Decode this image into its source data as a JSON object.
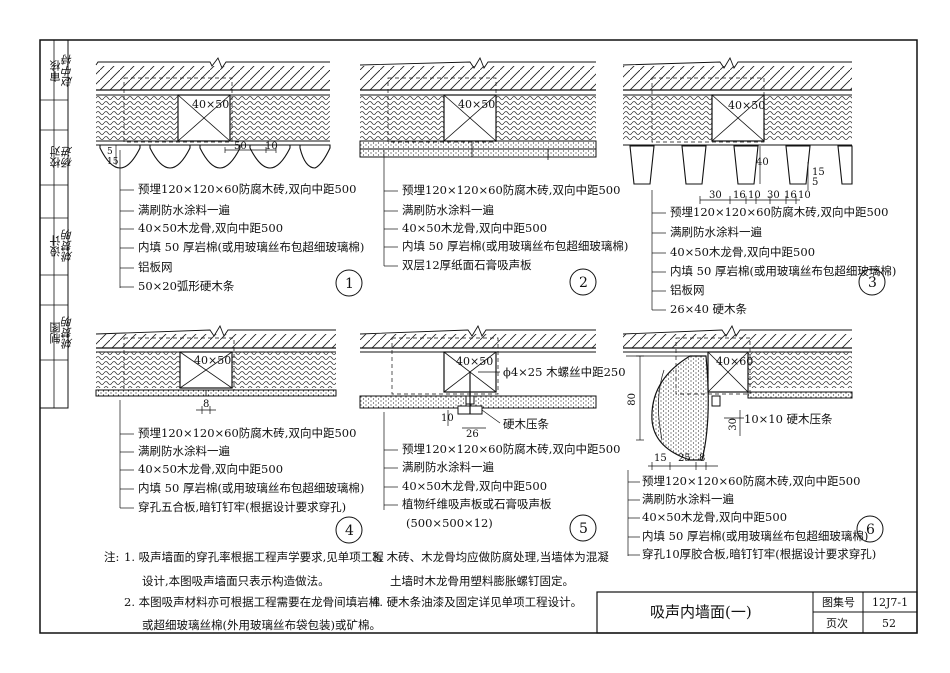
{
  "side_block": {
    "reviewer_role": "审核",
    "reviewer_name": "赵中特",
    "checker_role": "校对",
    "checker_name": "杨进",
    "designer_role": "设计",
    "designer_name": "姚赞明",
    "drafter_role": "制图",
    "drafter_name": "姚赞明"
  },
  "details": [
    {
      "number": "1",
      "stud_label": "40×50",
      "dims": [
        "50",
        "10",
        "5",
        "15"
      ],
      "layers": [
        "预埋120×120×60防腐木砖,双向中距500",
        "满刷防水涂料一遍",
        "40×50木龙骨,双向中距500",
        "内填 50 厚岩棉(或用玻璃丝布包超细玻璃棉)",
        "铝板网",
        "50×20弧形硬木条"
      ]
    },
    {
      "number": "2",
      "stud_label": "40×50",
      "layers": [
        "预埋120×120×60防腐木砖,双向中距500",
        "满刷防水涂料一遍",
        "40×50木龙骨,双向中距500",
        "内填 50 厚岩棉(或用玻璃丝布包超细玻璃棉)",
        "双层12厚纸面石膏吸声板"
      ]
    },
    {
      "number": "3",
      "stud_label": "40×50",
      "dims": [
        "30",
        "16",
        "10",
        "30",
        "16",
        "10",
        "40",
        "15",
        "5"
      ],
      "layers": [
        "预埋120×120×60防腐木砖,双向中距500",
        "满刷防水涂料一遍",
        "40×50木龙骨,双向中距500",
        "内填 50 厚岩棉(或用玻璃丝布包超细玻璃棉)",
        "铝板网",
        "26×40 硬木条"
      ]
    },
    {
      "number": "4",
      "stud_label": "40×50",
      "dims": [
        "8"
      ],
      "layers": [
        "预埋120×120×60防腐木砖,双向中距500",
        "满刷防水涂料一遍",
        "40×50木龙骨,双向中距500",
        "内填 50 厚岩棉(或用玻璃丝布包超细玻璃棉)",
        "穿孔五合板,暗钉钉牢(根据设计要求穿孔)"
      ]
    },
    {
      "number": "5",
      "stud_label": "40×50",
      "screw_note": "ϕ4×25 木螺丝中距250",
      "strip_note": "硬木压条",
      "dims": [
        "10",
        "26"
      ],
      "layers": [
        "预埋120×120×60防腐木砖,双向中距500",
        "满刷防水涂料一遍",
        "40×50木龙骨,双向中距500",
        "植物纤维吸声板或石膏吸声板",
        "(500×500×12)"
      ]
    },
    {
      "number": "6",
      "stud_label": "40×60",
      "strip_note": "10×10 硬木压条",
      "dims": [
        "80",
        "30",
        "15",
        "25",
        "8"
      ],
      "layers": [
        "预埋120×120×60防腐木砖,双向中距500",
        "满刷防水涂料一遍",
        "40×50木龙骨,双向中距500",
        "内填 50 厚岩棉(或用玻璃丝布包超细玻璃棉)",
        "穿孔10厚胶合板,暗钉钉牢(根据设计要求穿孔)"
      ]
    }
  ],
  "notes": {
    "head": "注:",
    "items": [
      "1. 吸声墙面的穿孔率根据工程声学要求,见单项工程",
      "设计,本图吸声墙面只表示构造做法。",
      "2. 本图吸声材料亦可根据工程需要在龙骨间填岩棉",
      "或超细玻璃丝棉(外用玻璃丝布袋包装)或矿棉。",
      "3. 木砖、木龙骨均应做防腐处理,当墙体为混凝",
      "土墙时木龙骨用塑料膨胀螺钉固定。",
      "4. 硬木条油漆及固定详见单项工程设计。"
    ]
  },
  "title_block": {
    "title": "吸声内墙面(一)",
    "atlas_label": "图集号",
    "atlas_value": "12J7-1",
    "page_label": "页次",
    "page_value": "52"
  }
}
